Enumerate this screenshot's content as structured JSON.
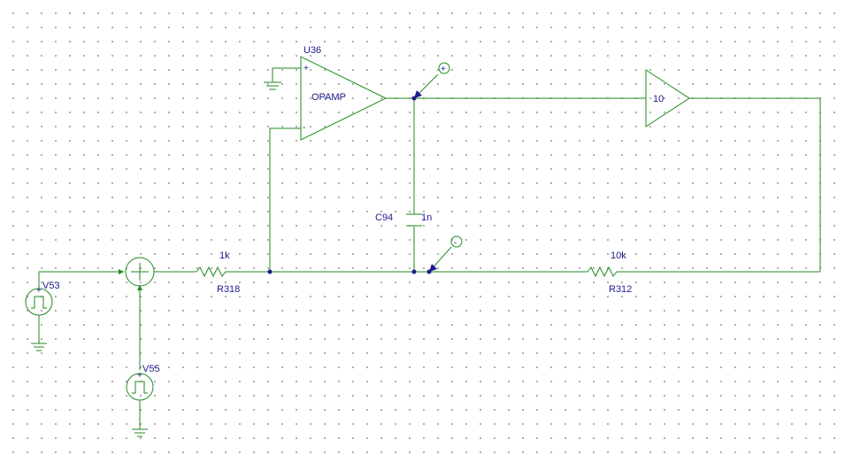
{
  "colors": {
    "wire": "#1f8a1f",
    "text": "#1a1a8c",
    "junction": "#1a1a8c",
    "grid": "#9a9a9a",
    "background": "#ffffff"
  },
  "opamp": {
    "ref": "U36",
    "type": "OPAMP",
    "plus_pin": "+",
    "minus_pin": "-"
  },
  "gain_block": {
    "value": "10"
  },
  "capacitor": {
    "ref": "C94",
    "value": "1n"
  },
  "resistors": {
    "input": {
      "ref": "R318",
      "value": "1k"
    },
    "feedback": {
      "ref": "R312",
      "value": "10k"
    }
  },
  "sources": {
    "v53": {
      "ref": "V53"
    },
    "v55": {
      "ref": "V55"
    }
  },
  "probes": {
    "plus": {
      "symbol": "+"
    },
    "minus": {
      "symbol": "-"
    }
  },
  "icons": [
    "ground-icon",
    "pulse-source-icon",
    "summing-junction-icon",
    "voltage-probe-icon"
  ]
}
